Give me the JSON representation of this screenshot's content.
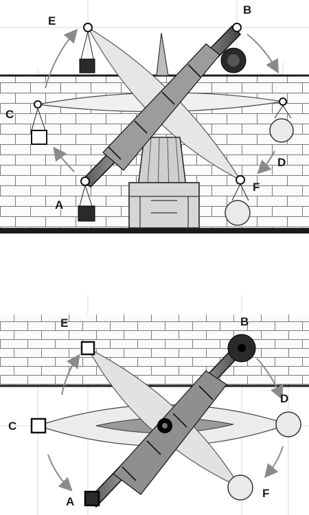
{
  "elevation": {
    "labels": {
      "a": "A",
      "b": "B",
      "c": "C",
      "d": "D",
      "e": "E",
      "f": "F"
    }
  },
  "plan": {
    "labels": {
      "a": "A",
      "b": "B",
      "c": "C",
      "d": "D",
      "e": "E",
      "f": "F"
    }
  },
  "colors": {
    "ink": "#1a1a1a",
    "paper": "#ffffff",
    "shade": "#d9d9d9",
    "mid": "#9a9a9a",
    "arrow": "#8a8a8a"
  }
}
